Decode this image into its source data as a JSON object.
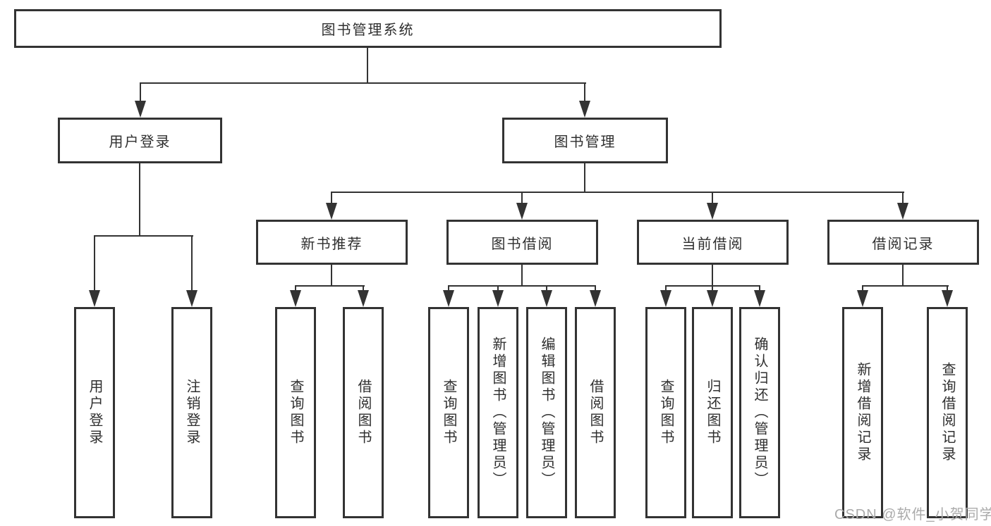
{
  "diagram": {
    "root": "图书管理系统",
    "user_login": {
      "label": "用户登录",
      "children": [
        "用户登录",
        "注销登录"
      ]
    },
    "book_management": {
      "label": "图书管理",
      "sections": {
        "new_book": {
          "label": "新书推荐",
          "children": [
            "查询图书",
            "借阅图书"
          ]
        },
        "borrow": {
          "label": "图书借阅",
          "children": [
            "查询图书",
            "新增图书（管理员）",
            "编辑图书（管理员）",
            "借阅图书"
          ]
        },
        "current": {
          "label": "当前借阅",
          "children": [
            "查询图书",
            "归还图书",
            "确认归还（管理员）"
          ]
        },
        "records": {
          "label": "借阅记录",
          "children": [
            "新增借阅记录",
            "查询借阅记录"
          ]
        }
      }
    },
    "watermark": "CSDN @软件_小贺同学",
    "colors": {
      "line": "#333333",
      "text": "#2f2f2f",
      "watermark": "#ababab",
      "background": "#ffffff"
    }
  }
}
